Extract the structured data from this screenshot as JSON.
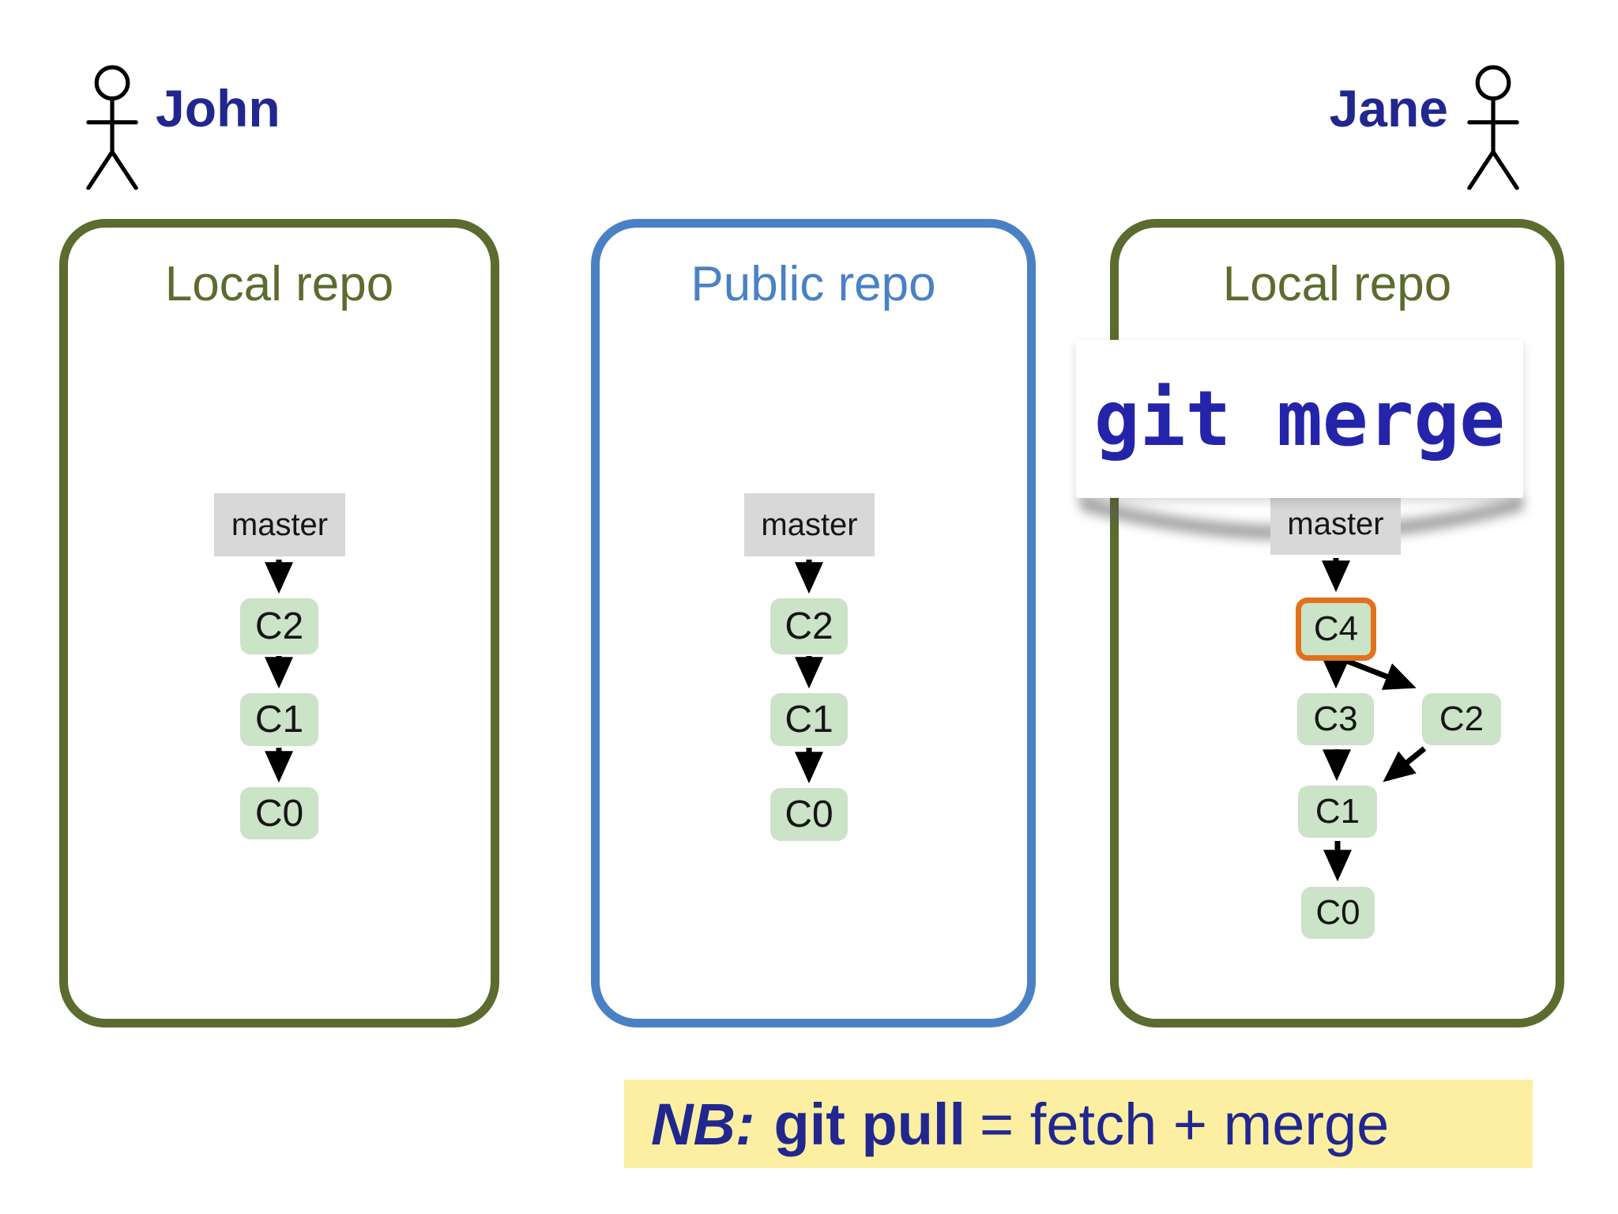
{
  "slide": {
    "background": "#ffffff"
  },
  "colors": {
    "slide-bg": "#ffffff",
    "olive": "#5c6b2e",
    "blue": "#4a81c4",
    "navy": "#21278f",
    "merge-text": "#2424aa",
    "commit-fill": "#cbe3c6",
    "branch-fill": "#d8d8d8",
    "highlight-border": "#e2711d",
    "note-bg": "#fcefa2",
    "arrow": "#000000",
    "figure-stroke": "#000000"
  },
  "actors": {
    "left": {
      "name": "John"
    },
    "right": {
      "name": "Jane"
    }
  },
  "repos": [
    {
      "title": "Local repo",
      "accent": "#5c6b2e",
      "branch": "master",
      "commits": [
        "C2",
        "C1",
        "C0"
      ],
      "edges": [
        "master->C2",
        "C2->C1",
        "C1->C0"
      ]
    },
    {
      "title": "Public repo",
      "accent": "#4a81c4",
      "branch": "master",
      "commits": [
        "C2",
        "C1",
        "C0"
      ],
      "edges": [
        "master->C2",
        "C2->C1",
        "C1->C0"
      ]
    },
    {
      "title": "Local repo",
      "accent": "#5c6b2e",
      "branch": "master",
      "commits": [
        "C4",
        "C3",
        "C2",
        "C1",
        "C0"
      ],
      "highlighted_commit": "C4",
      "edges": [
        "master->C4",
        "C4->C3",
        "C4->C2",
        "C3->C1",
        "C2->C1",
        "C1->C0"
      ]
    }
  ],
  "annotation": {
    "label": "git merge"
  },
  "note": {
    "prefix": "NB:",
    "command": "git pull",
    "suffix": "= fetch + merge"
  }
}
